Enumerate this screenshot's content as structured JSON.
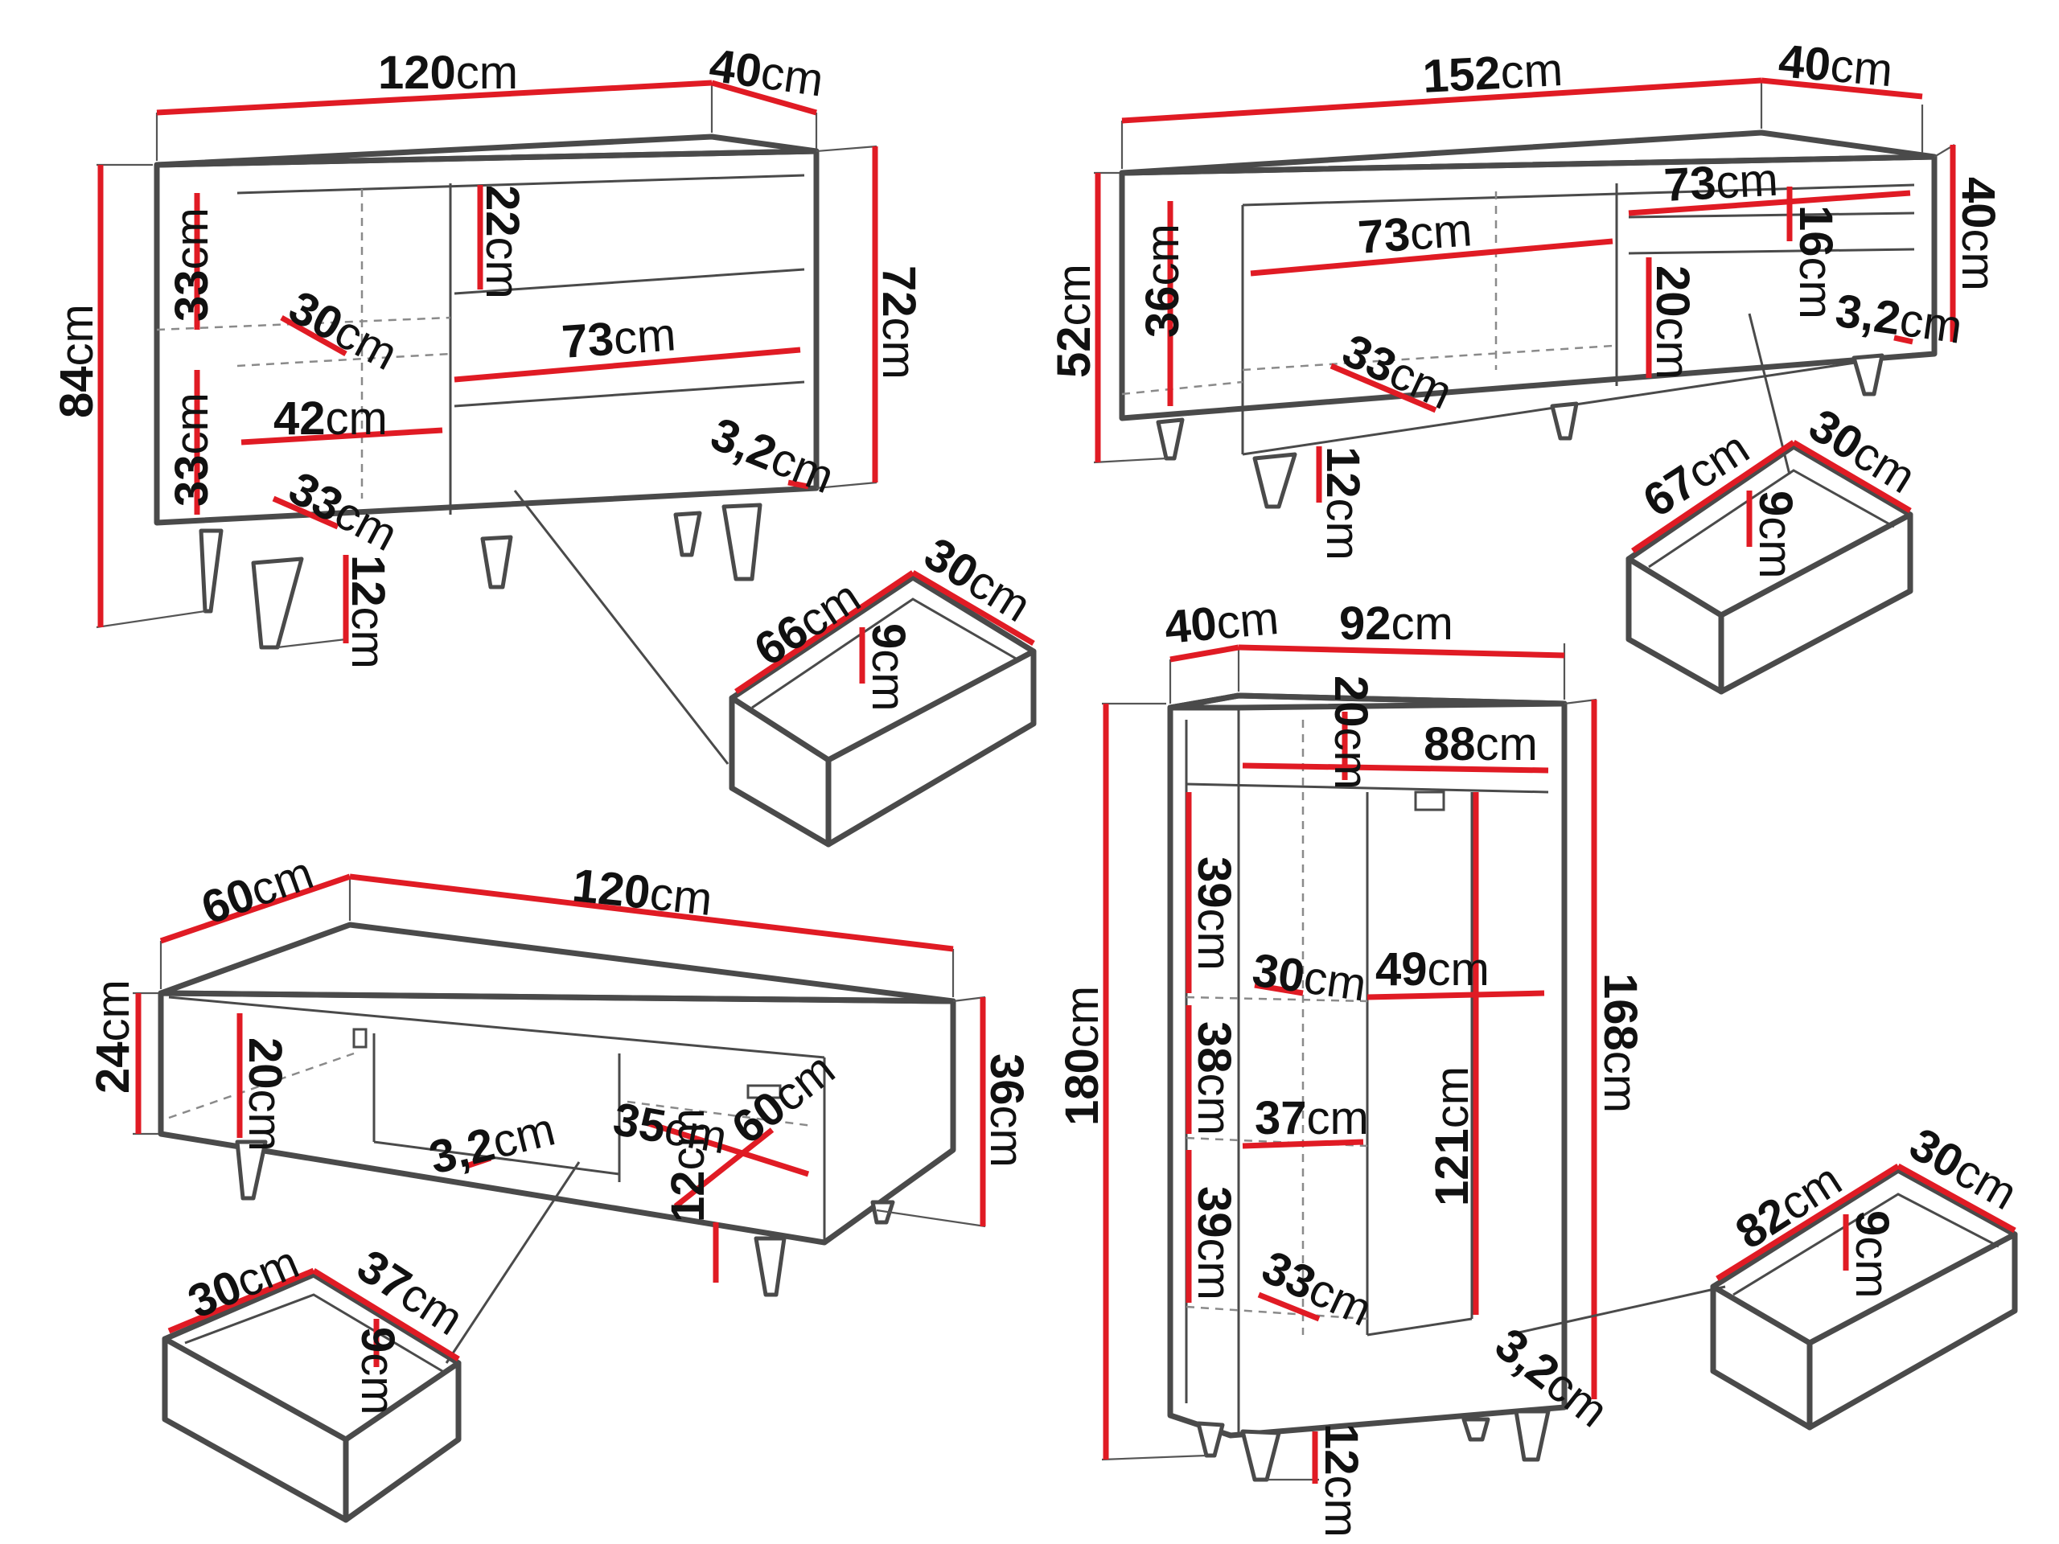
{
  "colors": {
    "dimension": "#e01b24",
    "outline": "#4a4a4a",
    "text": "#111111"
  },
  "unit": "cm",
  "labels": {
    "sb_width": "120",
    "sb_depth": "40",
    "sb_height": "84",
    "sb_body": "72",
    "sb_shelf_top": "33",
    "sb_shelf_bot": "33",
    "sb_inner_depth_top": "30",
    "sb_inner_width": "42",
    "sb_inner_depth_bot": "33",
    "sb_drawer_h": "22",
    "sb_drawer_w": "73",
    "sb_front": "3,2",
    "sb_leg": "12",
    "sb_dr_width": "66",
    "sb_dr_depth": "30",
    "sb_dr_height": "9",
    "tv_width": "152",
    "tv_depth": "40",
    "tv_height": "52",
    "tv_depth_side": "40",
    "tv_inner_h": "36",
    "tv_shelf_w": "73",
    "tv_drawer_w": "73",
    "tv_drawer_h": "16",
    "tv_inner_h2": "20",
    "tv_front": "3,2",
    "tv_inner_depth": "33",
    "tv_leg": "12",
    "tv_dr_width": "67",
    "tv_dr_depth": "30",
    "tv_dr_height": "9",
    "ct_depth": "60",
    "ct_width": "120",
    "ct_top_h": "24",
    "ct_height": "36",
    "ct_inner_h": "20",
    "ct_front": "3,2",
    "ct_inner_w": "35",
    "ct_inner_d": "60",
    "ct_leg": "12",
    "ct_dr_depth": "30",
    "ct_dr_width": "37",
    "ct_dr_height": "9",
    "wr_depth": "40",
    "wr_width": "92",
    "wr_top_h": "20",
    "wr_inner_w": "88",
    "wr_height": "180",
    "wr_body": "168",
    "wr_shelf1": "39",
    "wr_shelf2": "38",
    "wr_shelf3": "39",
    "wr_shelf_d": "30",
    "wr_hang_w": "49",
    "wr_shelf_w": "37",
    "wr_hang_h": "121",
    "wr_bottom_d": "33",
    "wr_front": "3,2",
    "wr_leg": "12",
    "wr_dr_width": "82",
    "wr_dr_depth": "30",
    "wr_dr_height": "9"
  }
}
